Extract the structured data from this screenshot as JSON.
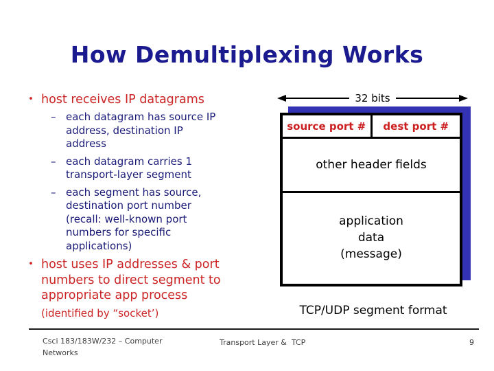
{
  "slide": {
    "title": "How Demultiplexing Works",
    "markers": {
      "main": "•",
      "sub": "–"
    },
    "bullets": {
      "b1": "host receives IP datagrams",
      "b1_subs": [
        "each datagram has source IP address, destination IP address",
        "each datagram carries 1 transport-layer segment",
        "each segment has source, destination port number (recall: well-known port numbers for specific applications)"
      ],
      "b2": "host uses IP addresses & port numbers to direct segment to appropriate app process",
      "b2_note": "(identified by “socket’)"
    },
    "diagram": {
      "width_label": "32 bits",
      "source_port": "source port #",
      "dest_port": "dest port #",
      "other_fields": "other header fields",
      "app_data": "application\ndata\n(message)",
      "caption": "TCP/UDP segment format"
    },
    "colors": {
      "title_navy": "#1b1b8f",
      "body_navy": "#1a1a78",
      "bullet_red": "#cc2424",
      "shadow_blue": "#3333b3"
    },
    "footer": {
      "left": "Csci 183/183W/232 – Computer\nNetworks",
      "center": "Transport Layer &  TCP",
      "page": "9"
    }
  }
}
